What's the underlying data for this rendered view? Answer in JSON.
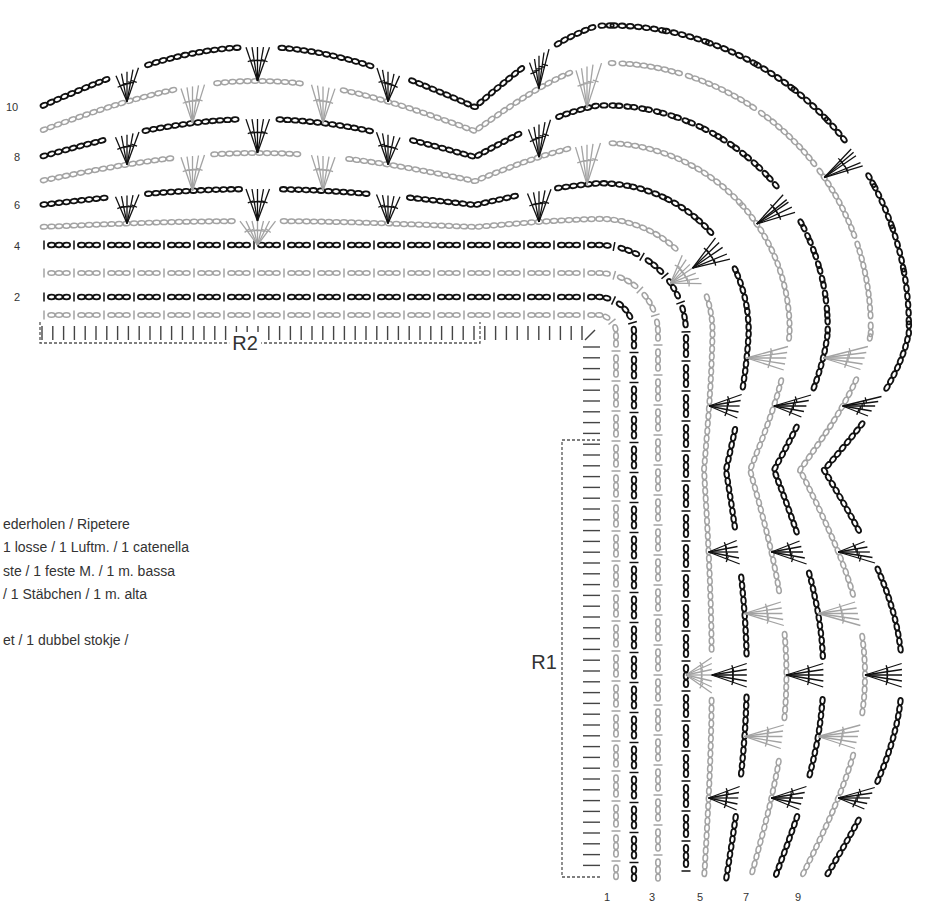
{
  "diagram": {
    "labels": [
      "10",
      "8",
      "6",
      "4",
      "2",
      "R2",
      "R1",
      "1",
      "3",
      "5",
      "7",
      "9"
    ],
    "legend": [
      {
        "text": "ederholen / Ripetere"
      },
      {
        "text": "1 losse / 1 Luftm. / 1 catenella"
      },
      {
        "text": "ste / 1 feste M. / 1 m. bassa"
      },
      {
        "text": "/ 1 Stäbchen / 1 m. alta"
      },
      {
        "text": "et / 1 dubbel stokje /"
      }
    ]
  }
}
